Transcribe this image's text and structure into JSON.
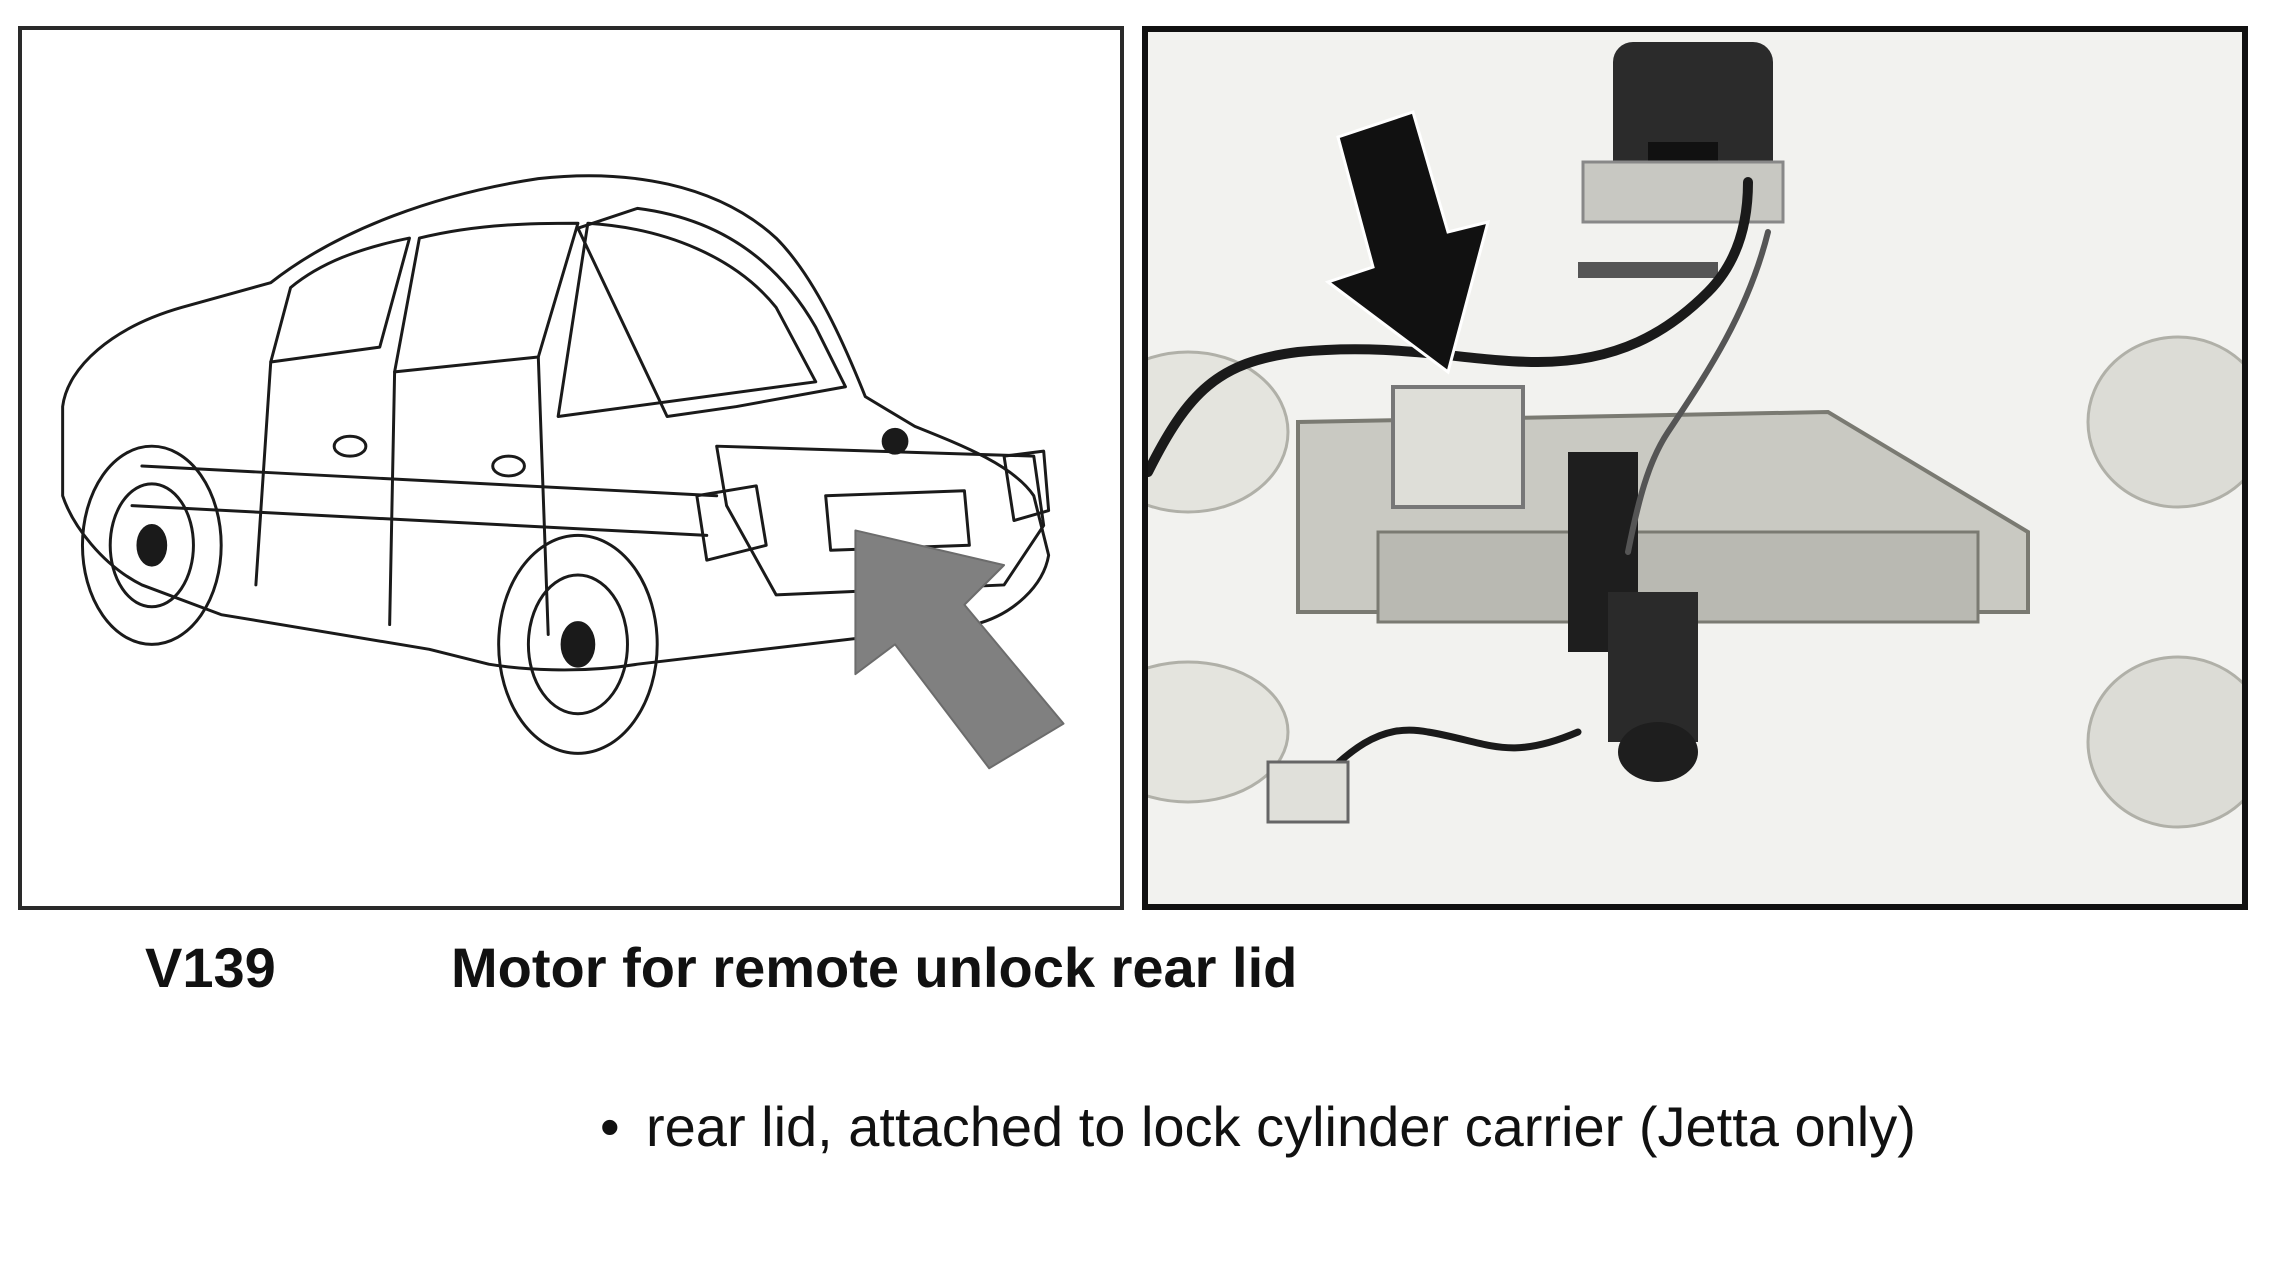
{
  "figure": {
    "left_illustration": {
      "subject": "sedan-rear-three-quarter-line-drawing",
      "arrow_color": "#808080"
    },
    "right_photo": {
      "subject": "rear-lid-lock-motor-photo",
      "arrow_color": "#111111"
    }
  },
  "caption": {
    "code": "V139",
    "title": "Motor for remote unlock rear lid"
  },
  "bullets": [
    {
      "marker": "•",
      "text": "rear lid, attached to lock cylinder carrier (Jetta only)"
    }
  ]
}
